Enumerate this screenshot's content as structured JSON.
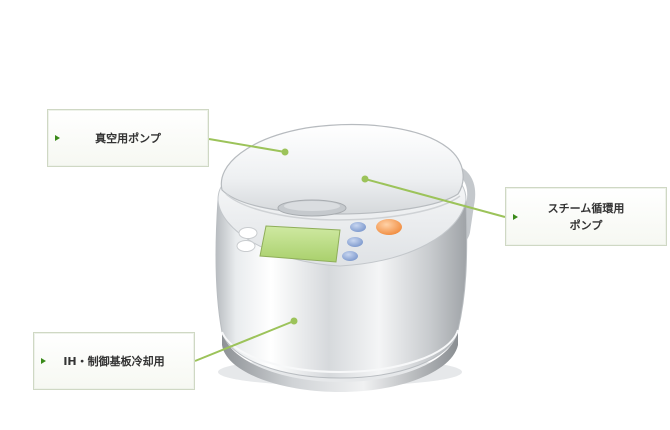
{
  "callouts": {
    "vacuum": "真空用ポンプ",
    "steam": "スチーム循環用\nポンプ",
    "ih": "IH・制御基板冷却用"
  },
  "colors": {
    "leader_line": "#9cc35a",
    "marker_arrow": "#3a8a1a",
    "display_lcd": "#bfe08a",
    "button_blue": "#8fa9d6",
    "button_orange": "#f4a66a"
  },
  "icons": [
    "rice-cooker-illustration",
    "triangle-marker-icon"
  ]
}
